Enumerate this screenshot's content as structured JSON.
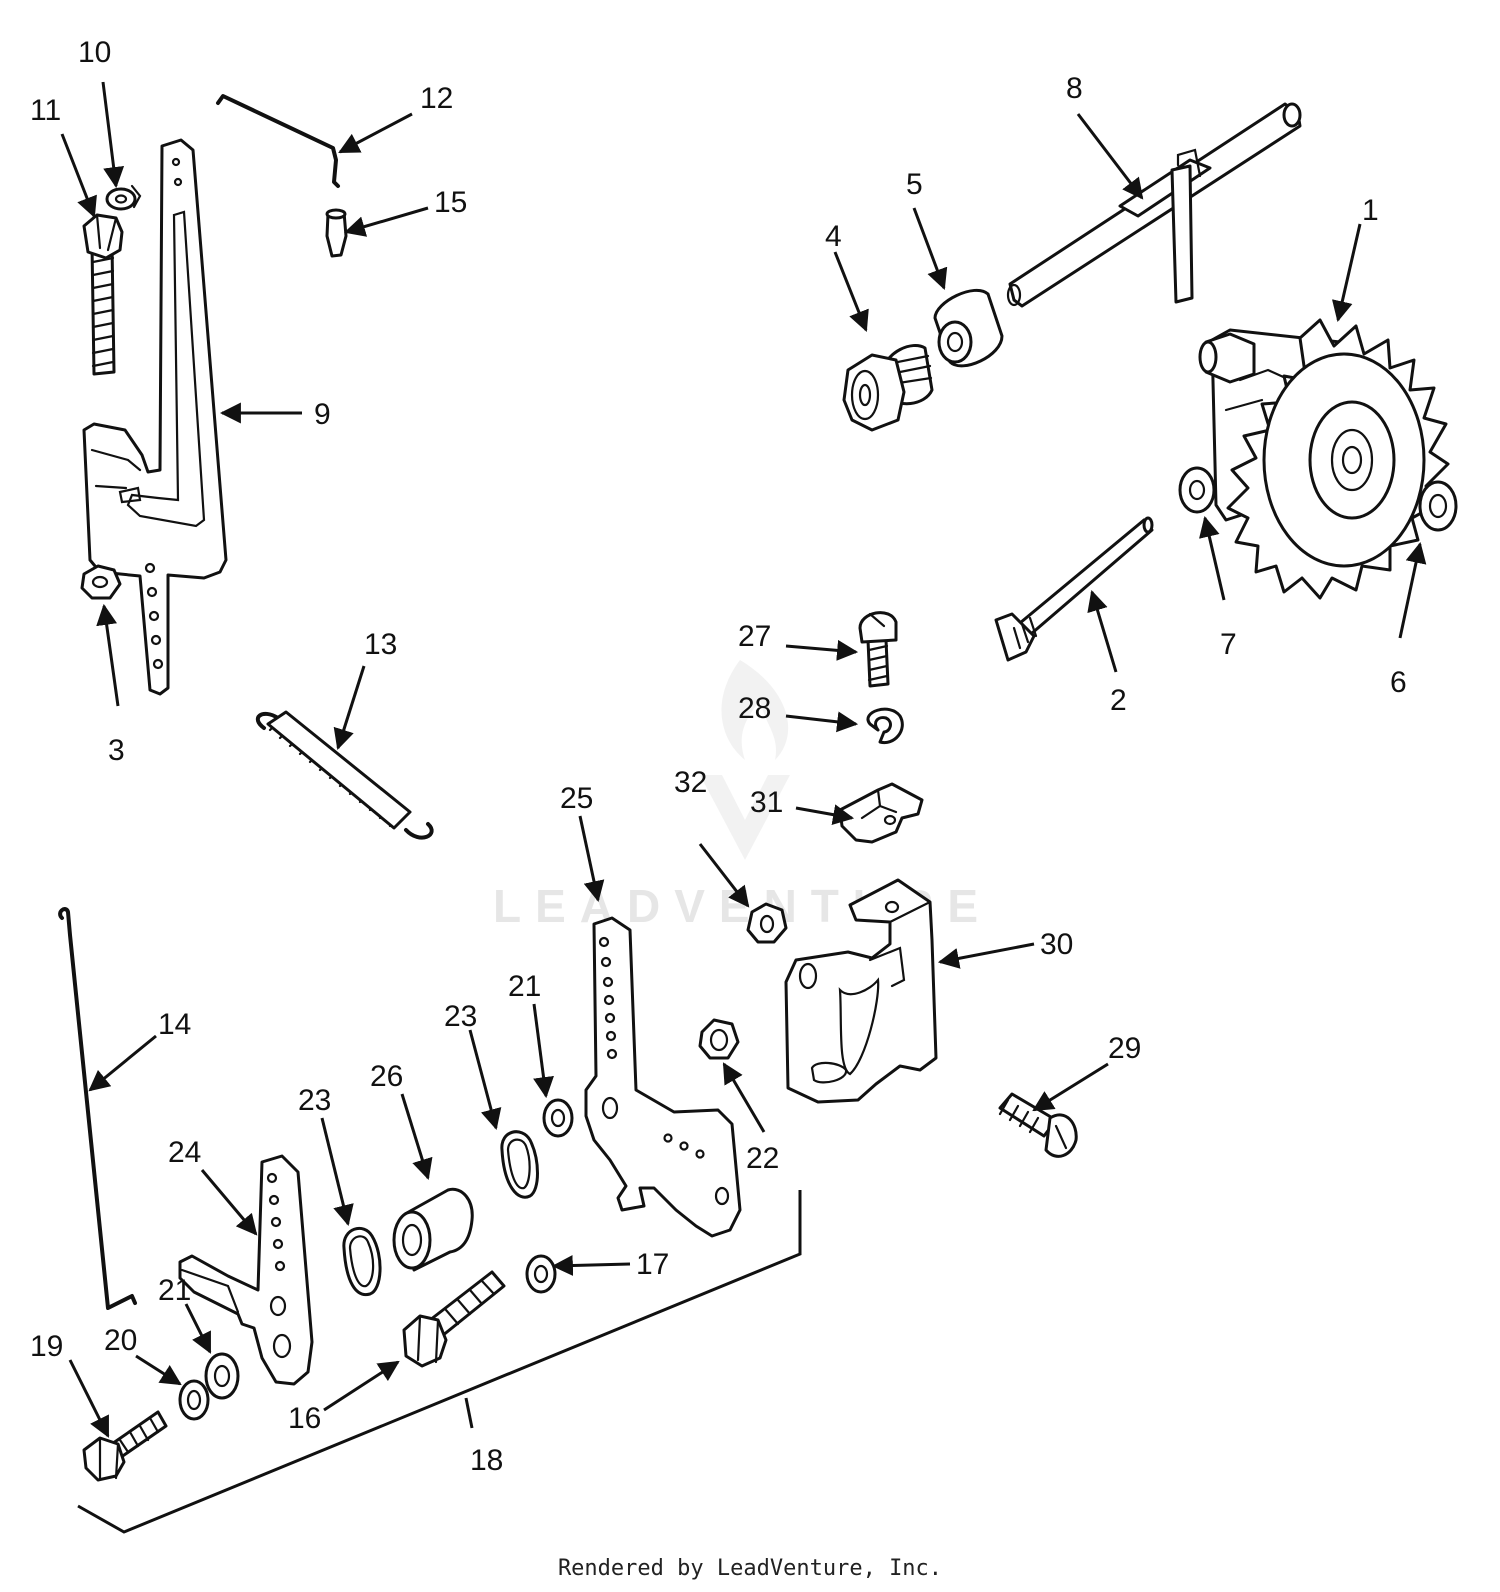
{
  "watermark": {
    "text": "LEADVENTURE"
  },
  "footer": {
    "text": "Rendered by LeadVenture, Inc."
  },
  "callouts": [
    {
      "id": "c1",
      "label": "1"
    },
    {
      "id": "c2",
      "label": "2"
    },
    {
      "id": "c3",
      "label": "3"
    },
    {
      "id": "c4",
      "label": "4"
    },
    {
      "id": "c5",
      "label": "5"
    },
    {
      "id": "c6",
      "label": "6"
    },
    {
      "id": "c7",
      "label": "7"
    },
    {
      "id": "c8",
      "label": "8"
    },
    {
      "id": "c9",
      "label": "9"
    },
    {
      "id": "c10",
      "label": "10"
    },
    {
      "id": "c11",
      "label": "11"
    },
    {
      "id": "c12",
      "label": "12"
    },
    {
      "id": "c13",
      "label": "13"
    },
    {
      "id": "c14",
      "label": "14"
    },
    {
      "id": "c15",
      "label": "15"
    },
    {
      "id": "c16",
      "label": "16"
    },
    {
      "id": "c17",
      "label": "17"
    },
    {
      "id": "c18",
      "label": "18"
    },
    {
      "id": "c19",
      "label": "19"
    },
    {
      "id": "c20",
      "label": "20"
    },
    {
      "id": "c21a",
      "label": "21"
    },
    {
      "id": "c21b",
      "label": "21"
    },
    {
      "id": "c22",
      "label": "22"
    },
    {
      "id": "c23a",
      "label": "23"
    },
    {
      "id": "c23b",
      "label": "23"
    },
    {
      "id": "c24",
      "label": "24"
    },
    {
      "id": "c25",
      "label": "25"
    },
    {
      "id": "c26",
      "label": "26"
    },
    {
      "id": "c27",
      "label": "27"
    },
    {
      "id": "c28",
      "label": "28"
    },
    {
      "id": "c29",
      "label": "29"
    },
    {
      "id": "c30",
      "label": "30"
    },
    {
      "id": "c31",
      "label": "31"
    },
    {
      "id": "c32",
      "label": "32"
    }
  ]
}
